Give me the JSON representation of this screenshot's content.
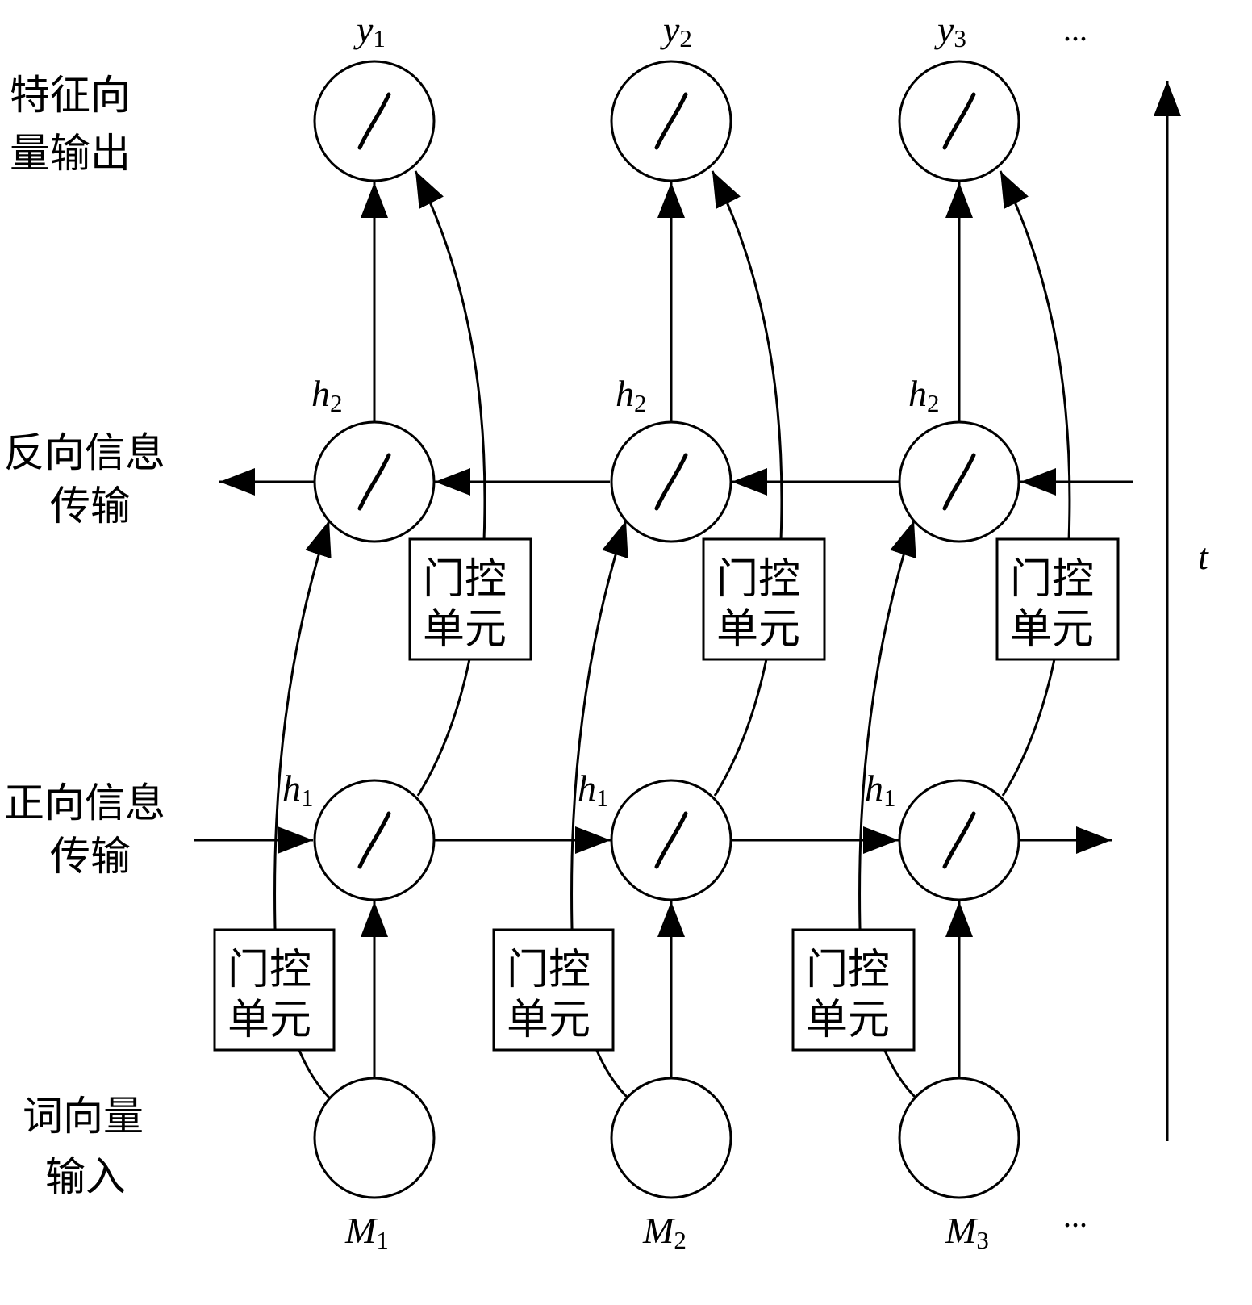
{
  "row_labels": {
    "output": [
      "特征向",
      "量输出"
    ],
    "backward": [
      "反向信息",
      "传输"
    ],
    "forward": [
      "正向信息",
      "传输"
    ],
    "input": [
      "词向量",
      "输入"
    ]
  },
  "gate": [
    "门控",
    "单元"
  ],
  "columns": [
    {
      "y": {
        "base": "y",
        "sub": "1"
      },
      "backward": {
        "base": "h",
        "sub": "2"
      },
      "forward": {
        "base": "h",
        "sub": "1"
      },
      "input": {
        "base": "M",
        "sub": "1"
      }
    },
    {
      "y": {
        "base": "y",
        "sub": "2"
      },
      "backward": {
        "base": "h",
        "sub": "2"
      },
      "forward": {
        "base": "h",
        "sub": "1"
      },
      "input": {
        "base": "M",
        "sub": "2"
      }
    },
    {
      "y": {
        "base": "y",
        "sub": "3"
      },
      "backward": {
        "base": "h",
        "sub": "2"
      },
      "forward": {
        "base": "h",
        "sub": "1"
      },
      "input": {
        "base": "M",
        "sub": "3"
      }
    }
  ],
  "ellipsis": "...",
  "time_axis_label": "t"
}
